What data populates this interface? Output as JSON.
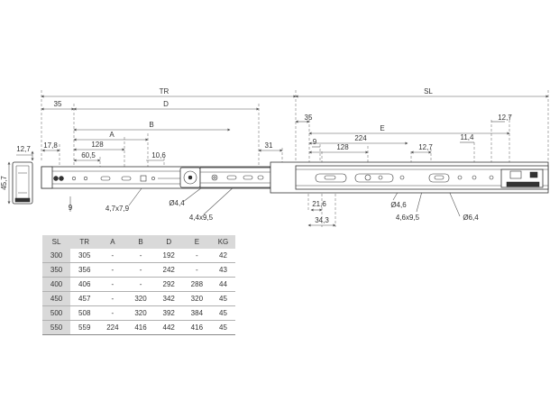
{
  "dimensions": {
    "tr": "TR",
    "sl": "SL",
    "d": "D",
    "e": "E",
    "a": "A",
    "b": "B",
    "d35_left": "35",
    "d35_right": "35",
    "d12_7_side": "12,7",
    "d45_7": "45,7",
    "d17_8": "17,8",
    "d128_left": "128",
    "d60_5": "60,5",
    "d10_6": "10,6",
    "d31": "31",
    "d9_top": "9",
    "d224": "224",
    "d128_right": "128",
    "d12_7_mid": "12,7",
    "d11_4": "11,4",
    "d12_7_right": "12,7",
    "d9_bottom": "9",
    "slot_4_7x7_9": "4,7x7,9",
    "hole_4_4": "Ø4,4",
    "slot_4_4x9_5": "4,4x9,5",
    "d21_6": "21,6",
    "d34_3": "34,3",
    "hole_4_6": "Ø4,6",
    "slot_4_6x9_5": "4,6x9,5",
    "hole_6_4": "Ø6,4"
  },
  "table": {
    "headers": [
      "SL",
      "TR",
      "A",
      "B",
      "D",
      "E",
      "KG"
    ],
    "rows": [
      [
        "300",
        "305",
        "-",
        "-",
        "192",
        "-",
        "42"
      ],
      [
        "350",
        "356",
        "-",
        "-",
        "242",
        "-",
        "43"
      ],
      [
        "400",
        "406",
        "-",
        "-",
        "292",
        "288",
        "44"
      ],
      [
        "450",
        "457",
        "-",
        "320",
        "342",
        "320",
        "45"
      ],
      [
        "500",
        "508",
        "-",
        "320",
        "392",
        "384",
        "45"
      ],
      [
        "550",
        "559",
        "224",
        "416",
        "442",
        "416",
        "45"
      ]
    ]
  }
}
